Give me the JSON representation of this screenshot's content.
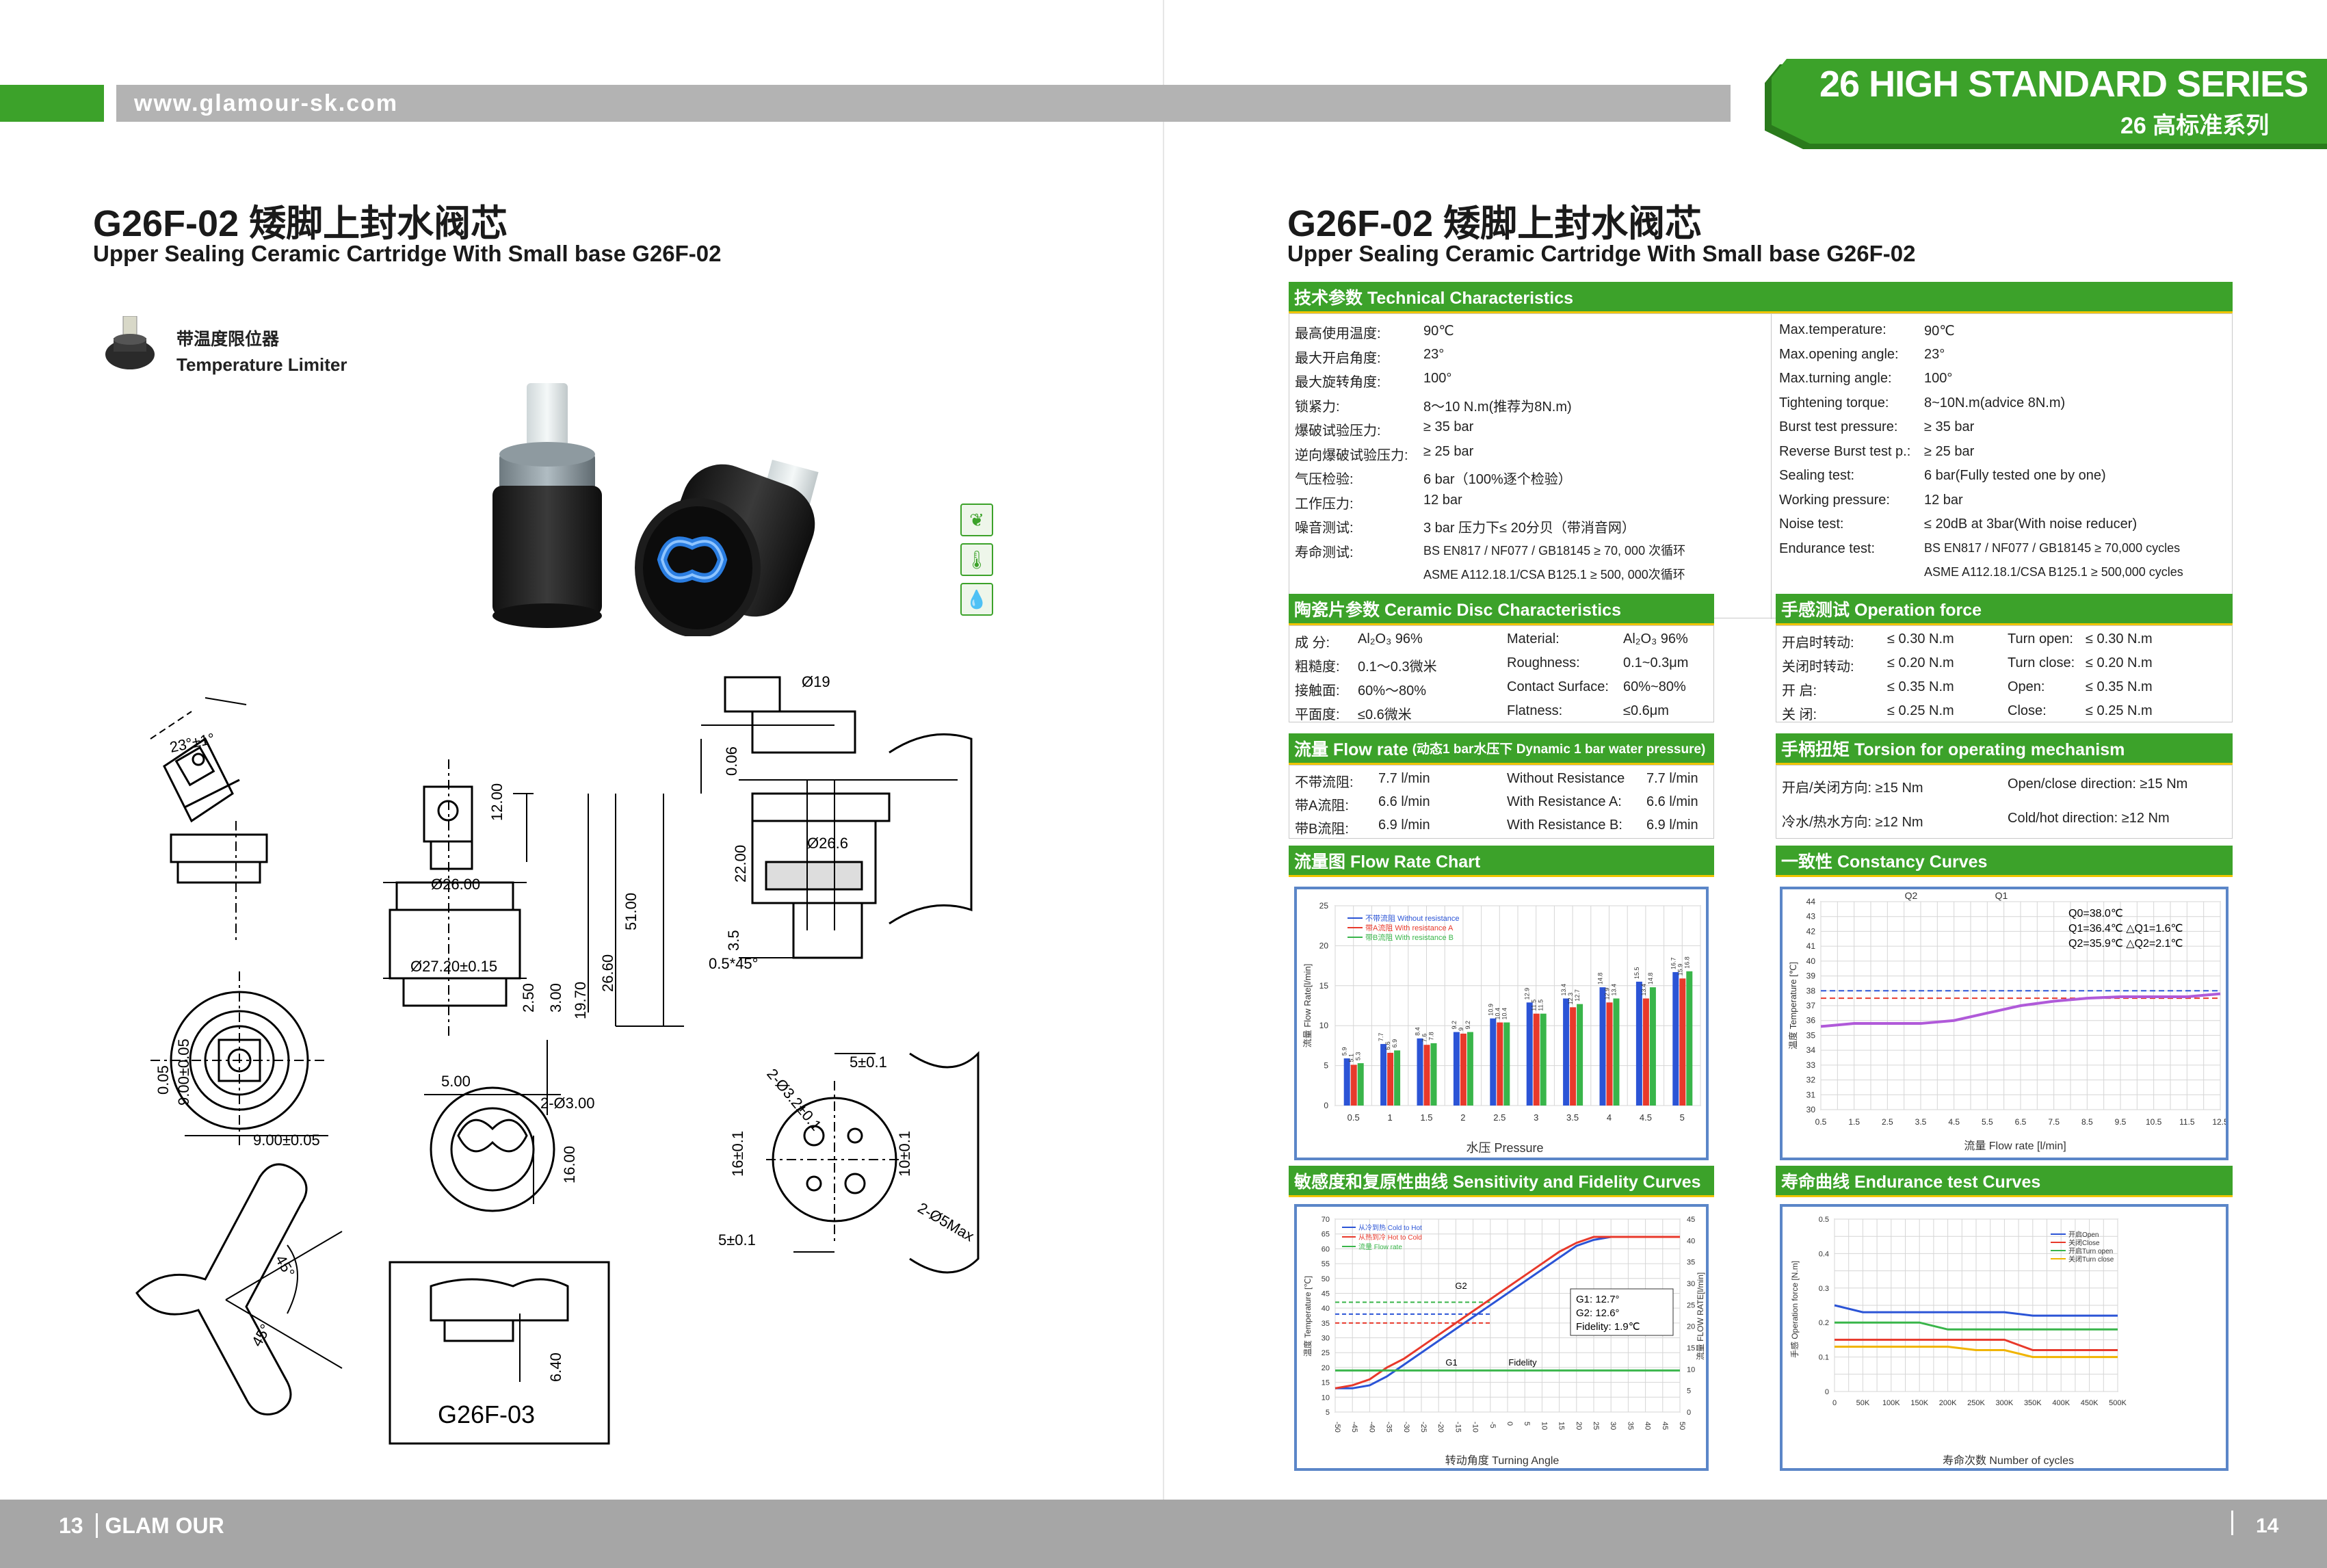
{
  "header": {
    "url": "www.glamour-sk.com",
    "series_en": "26 HIGH STANDARD SERIES",
    "series_cn": "26 高标准系列"
  },
  "left": {
    "title_cn": "G26F-02 矮脚上封水阀芯",
    "title_en": "Upper Sealing Ceramic Cartridge With Small base G26F-02",
    "limiter_cn": "带温度限位器",
    "limiter_en": "Temperature Limiter",
    "dims": {
      "angle": "23°±1°",
      "d19": "Ø19",
      "d26": "Ø26.00",
      "d272": "Ø27.20±0.15",
      "d266": "Ø26.6",
      "h12": "12.00",
      "h51": "51.00",
      "h2660": "26.60",
      "h1970": "19.70",
      "h300": "3.00",
      "h250": "2.50",
      "h22": "22.00",
      "h35": "3.5",
      "h006": "0.06",
      "chamfer": "0.5*45°",
      "d500": "5.00",
      "d2x3": "2-Ø3.00",
      "h16": "16.00",
      "h900": "9.00±0.05",
      "w900": "9.00±0.05",
      "h005": "0.05",
      "d2x32": "2-Ø3.2±0.1",
      "w5": "5±0.1",
      "h16b": "16±0.1",
      "h10": "10±0.1",
      "w5b": "5±0.1",
      "d2x5": "2-Ø5Max",
      "a45a": "45°",
      "a45b": "45°",
      "h640": "6.40",
      "g26f03": "G26F-03"
    }
  },
  "right": {
    "title_cn": "G26F-02 矮脚上封水阀芯",
    "title_en": "Upper Sealing Ceramic Cartridge With Small base G26F-02",
    "tech": {
      "head": "技术参数  Technical Characteristics",
      "rows_cn": [
        [
          "最高使用温度:",
          "90℃"
        ],
        [
          "最大开启角度:",
          "23°"
        ],
        [
          "最大旋转角度:",
          "100°"
        ],
        [
          "锁紧力:",
          "8～10  N.m(推荐为8N.m)"
        ],
        [
          "爆破试验压力:",
          "≥ 35 bar"
        ],
        [
          "逆向爆破试验压力:",
          "≥ 25 bar"
        ],
        [
          "气压检验:",
          "6  bar（100%逐个检验）"
        ],
        [
          "工作压力:",
          "12  bar"
        ],
        [
          "噪音测试:",
          "3  bar 压力下≤  20分贝（带消音网）"
        ],
        [
          "寿命测试:",
          "BS EN817  /  NF077 / GB18145   ≥  70, 000  次循环"
        ],
        [
          "",
          "ASME A112.18.1/CSA B125.1     ≥  500, 000次循环"
        ]
      ],
      "rows_en": [
        [
          "Max.temperature:",
          "90℃"
        ],
        [
          "Max.opening angle:",
          "23°"
        ],
        [
          "Max.turning angle:",
          "100°"
        ],
        [
          "Tightening torque:",
          "8~10N.m(advice 8N.m)"
        ],
        [
          "Burst test pressure:",
          "≥ 35 bar"
        ],
        [
          "Reverse Burst test p.:",
          "≥ 25 bar"
        ],
        [
          "Sealing test:",
          "6 bar(Fully tested one by one)"
        ],
        [
          "Working pressure:",
          "12 bar"
        ],
        [
          "Noise test:",
          "≤ 20dB at 3bar(With noise reducer)"
        ],
        [
          "Endurance test:",
          "BS EN817  /  NF077 / GB18145   ≥ 70,000 cycles"
        ],
        [
          "",
          "ASME A112.18.1/CSA B125.1     ≥ 500,000 cycles"
        ]
      ]
    },
    "ceramic": {
      "head": "陶瓷片参数  Ceramic Disc Characteristics",
      "rows": [
        [
          "成    分:",
          "Al₂O₃ 96%",
          "Material:",
          "Al₂O₃ 96%"
        ],
        [
          "粗糙度:",
          "0.1～0.3微米",
          "Roughness:",
          "0.1~0.3μm"
        ],
        [
          "接触面:",
          "60%～80%",
          "Contact Surface:",
          "60%~80%"
        ],
        [
          "平面度:",
          "≤0.6微米",
          "Flatness:",
          "≤0.6μm"
        ]
      ]
    },
    "operation": {
      "head": "手感测试  Operation force",
      "rows": [
        [
          "开启时转动:",
          "≤ 0.30 N.m",
          "Turn open:",
          "≤ 0.30 N.m"
        ],
        [
          "关闭时转动:",
          "≤ 0.20 N.m",
          "Turn close:",
          "≤ 0.20 N.m"
        ],
        [
          "开    启:",
          "≤ 0.35 N.m",
          "Open:",
          "≤ 0.35 N.m"
        ],
        [
          "关    闭:",
          "≤ 0.25 N.m",
          "Close:",
          "≤ 0.25 N.m"
        ]
      ]
    },
    "flow": {
      "head": "流量  Flow rate",
      "head_small": "(动态1 bar水压下 Dynamic 1 bar water pressure)",
      "rows": [
        [
          "不带流阻:",
          "7.7  l/min",
          "Without Resistance",
          "7.7  l/min"
        ],
        [
          "带A流阻:",
          "6.6  l/min",
          "With Resistance A:",
          "6.6  l/min"
        ],
        [
          "带B流阻:",
          "6.9  l/min",
          "With Resistance B:",
          "6.9  l/min"
        ]
      ]
    },
    "torsion": {
      "head": "手柄扭矩  Torsion for operating mechanism",
      "rows": [
        [
          "开启/关闭方向:  ≥15  Nm",
          "Open/close direction:   ≥15 Nm"
        ],
        [
          "冷水/热水方向:  ≥12  Nm",
          "Cold/hot direction:      ≥12 Nm"
        ]
      ]
    },
    "flow_chart_head": "流量图  Flow Rate Chart",
    "constancy_head": "一致性  Constancy Curves",
    "sensitivity_head": "敏感度和复原性曲线  Sensitivity and Fidelity Curves",
    "endurance_head": "寿命曲线  Endurance test Curves"
  },
  "chart_data": [
    {
      "type": "bar",
      "title": "",
      "xlabel": "水压    Pressure",
      "ylabel": "流量  Flow Rate[l/min]",
      "categories": [
        "0.5",
        "1",
        "1.5",
        "2",
        "2.5",
        "3",
        "3.5",
        "4",
        "4.5",
        "5"
      ],
      "ylim": [
        0,
        25
      ],
      "yticks": [
        "0",
        "5",
        "10",
        "15",
        "20",
        "25"
      ],
      "series": [
        {
          "name": "不带流阻  Without resistance",
          "color": "#2b54d6",
          "values": [
            5.9,
            7.7,
            8.4,
            9.2,
            10.9,
            12.9,
            13.4,
            14.8,
            15.5,
            16.7
          ]
        },
        {
          "name": "带A流阻  With resistance A",
          "color": "#e8392b",
          "values": [
            5.1,
            6.6,
            7.6,
            9.0,
            10.4,
            11.5,
            12.3,
            12.9,
            13.4,
            15.9
          ]
        },
        {
          "name": "带B流阻  With resistance B",
          "color": "#39b54a",
          "values": [
            5.3,
            6.9,
            7.8,
            9.2,
            10.4,
            11.5,
            12.7,
            13.4,
            14.8,
            16.8
          ]
        }
      ],
      "grid": true
    },
    {
      "type": "line",
      "title": "",
      "xlabel": "流量        Flow rate [l/min]",
      "ylabel": "温度  Temperature [℃]",
      "x": [
        0.5,
        1.5,
        2.5,
        3.5,
        4.5,
        5.5,
        6.5,
        7.5,
        8.5,
        9.5,
        10.5,
        11.5,
        12.5
      ],
      "xticks": [
        "0.5",
        "1.5",
        "2.5",
        "3.5",
        "4.5",
        "5.5",
        "6.5",
        "7.5",
        "8.5",
        "9.5",
        "10.5",
        "11.5",
        "12.5"
      ],
      "ylim": [
        30,
        44
      ],
      "yticks": [
        "30",
        "31",
        "32",
        "33",
        "34",
        "35",
        "36",
        "37",
        "38",
        "39",
        "40",
        "41",
        "42",
        "43",
        "44"
      ],
      "series": [
        {
          "name": "",
          "color": "#b05ad9",
          "values": [
            35.6,
            35.8,
            35.8,
            35.8,
            36.0,
            36.5,
            37.0,
            37.3,
            37.5,
            37.6,
            37.6,
            37.6,
            37.8
          ]
        }
      ],
      "reference_lines": [
        {
          "value": 38.0,
          "color": "#2b54d6"
        },
        {
          "value": 37.5,
          "color": "#e8392b"
        }
      ],
      "annotations": [
        "Q2",
        "Q1",
        "Q0=38.0℃",
        "Q1=36.4℃   △Q1=1.6℃",
        "Q2=35.9℃   △Q2=2.1℃"
      ],
      "grid": true
    },
    {
      "type": "line",
      "title": "",
      "xlabel": "转动角度    Turning Angle",
      "ylabel": "温度  Temperature [℃]",
      "ylabel2": "流量  FLOW RATE[l/min]",
      "x": [
        -50,
        -45,
        -40,
        -35,
        -30,
        -25,
        -20,
        -15,
        -10,
        -5,
        0,
        5,
        10,
        15,
        20,
        25,
        30,
        35,
        40,
        45,
        50
      ],
      "xticks": [
        "-50",
        "-45",
        "-40",
        "-35",
        "-30",
        "-25",
        "-20",
        "-15",
        "-10",
        "-5",
        "0",
        "5",
        "10",
        "15",
        "20",
        "25",
        "30",
        "35",
        "40",
        "45",
        "50"
      ],
      "ylim": [
        5,
        70
      ],
      "yticks": [
        "5",
        "10",
        "15",
        "20",
        "25",
        "30",
        "35",
        "40",
        "45",
        "50",
        "55",
        "60",
        "65",
        "70"
      ],
      "y2ticks": [
        "0",
        "5",
        "10",
        "15",
        "20",
        "25",
        "30",
        "35",
        "40",
        "45"
      ],
      "series": [
        {
          "name": "从冷到热 Cold to Hot",
          "color": "#2b54d6",
          "values": [
            13,
            13,
            14,
            17,
            21,
            25,
            29,
            33,
            37,
            41,
            45,
            49,
            53,
            57,
            61,
            63,
            64,
            64,
            64,
            64,
            64
          ]
        },
        {
          "name": "从热到冷 Hot to Cold",
          "color": "#e8392b",
          "values": [
            13,
            14,
            16,
            20,
            23,
            27,
            31,
            35,
            39,
            43,
            47,
            51,
            55,
            59,
            62,
            64,
            64,
            64,
            64,
            64,
            64
          ]
        },
        {
          "name": "流量 Flow rate",
          "color": "#39b54a",
          "values": [
            19,
            19,
            19,
            19,
            19,
            19,
            19,
            19,
            19,
            19,
            19,
            19,
            19,
            19,
            19,
            19,
            19,
            19,
            19,
            19,
            19
          ]
        }
      ],
      "annotations": [
        "G2",
        "G1",
        "Fidelity",
        "G1: 12.7°",
        "G2: 12.6°",
        "Fidelity: 1.9℃"
      ],
      "grid": true
    },
    {
      "type": "line",
      "title": "",
      "xlabel": "寿命次数    Number of cycles",
      "ylabel": "手感  Operation force  [N.m]",
      "x": [
        0,
        50,
        100,
        150,
        200,
        250,
        300,
        350,
        400,
        450,
        500
      ],
      "xticks": [
        "0",
        "50K",
        "100K",
        "150K",
        "200K",
        "250K",
        "300K",
        "350K",
        "400K",
        "450K",
        "500K"
      ],
      "ylim": [
        0,
        0.5
      ],
      "yticks": [
        "0",
        "0.1",
        "0.2",
        "0.3",
        "0.4",
        "0.5"
      ],
      "series": [
        {
          "name": "开启Open",
          "color": "#2b54d6",
          "values": [
            0.25,
            0.23,
            0.23,
            0.23,
            0.23,
            0.23,
            0.23,
            0.22,
            0.22,
            0.22,
            0.22
          ]
        },
        {
          "name": "关闭Close",
          "color": "#e8392b",
          "values": [
            0.15,
            0.15,
            0.15,
            0.15,
            0.15,
            0.15,
            0.15,
            0.12,
            0.12,
            0.12,
            0.12
          ]
        },
        {
          "name": "开启Turn open",
          "color": "#39b54a",
          "values": [
            0.2,
            0.2,
            0.2,
            0.2,
            0.18,
            0.18,
            0.18,
            0.18,
            0.18,
            0.18,
            0.18
          ]
        },
        {
          "name": "关闭Turn close",
          "color": "#f0b400",
          "values": [
            0.13,
            0.13,
            0.13,
            0.13,
            0.13,
            0.12,
            0.12,
            0.1,
            0.1,
            0.1,
            0.1
          ]
        }
      ],
      "grid": true
    }
  ],
  "footer": {
    "left_page": "13",
    "brand": "GLAM    OUR",
    "right_page": "14"
  }
}
